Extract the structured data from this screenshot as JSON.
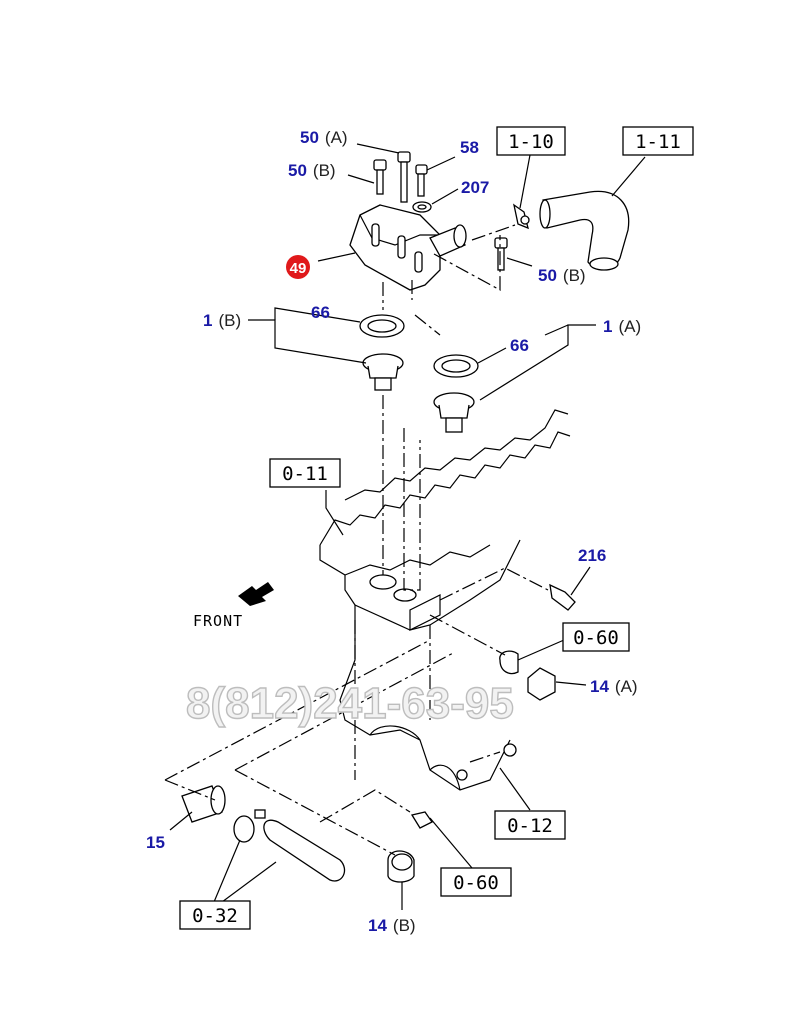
{
  "watermark": "8(812)241-63-95",
  "front_label": "FRONT",
  "highlighted_part": "49",
  "callouts": {
    "c50a": {
      "num": "50",
      "sub": "(A)"
    },
    "c50b": {
      "num": "50",
      "sub": "(B)"
    },
    "c58": {
      "num": "58",
      "sub": ""
    },
    "c207": {
      "num": "207",
      "sub": ""
    },
    "c50b2": {
      "num": "50",
      "sub": "(B)"
    },
    "c1b": {
      "num": "1",
      "sub": "(B)"
    },
    "c66a": {
      "num": "66",
      "sub": ""
    },
    "c66b": {
      "num": "66",
      "sub": ""
    },
    "c1a": {
      "num": "1",
      "sub": "(A)"
    },
    "c216": {
      "num": "216",
      "sub": ""
    },
    "c14a": {
      "num": "14",
      "sub": "(A)"
    },
    "c15": {
      "num": "15",
      "sub": ""
    },
    "c14b": {
      "num": "14",
      "sub": "(B)"
    }
  },
  "refs": {
    "r110": "1-10",
    "r111": "1-11",
    "r011": "0-11",
    "r060a": "0-60",
    "r012": "0-12",
    "r060b": "0-60",
    "r032": "0-32"
  }
}
